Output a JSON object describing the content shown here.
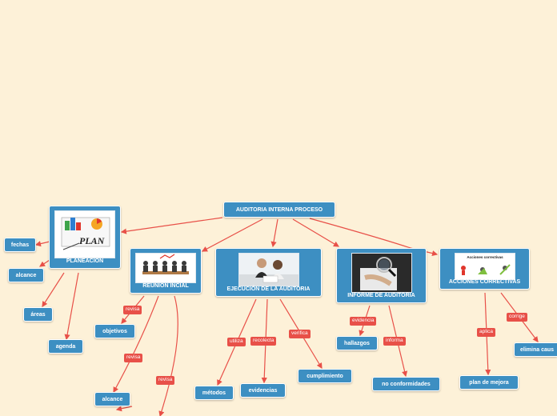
{
  "colors": {
    "background": "#fdf1d8",
    "node": "#3d8fc2",
    "link": "#e85048"
  },
  "root": {
    "label": "AUDITORIA INTERNA PROCESO"
  },
  "topics": [
    {
      "label": "PLANEACION",
      "image": "plan-board-illustration"
    },
    {
      "label": "REUNION INCIAL",
      "image": "meeting-team-illustration"
    },
    {
      "label": "EJECUCIÓN DE LA AUDITORIA",
      "image": "people-working-photo"
    },
    {
      "label": "INFORME DE AUDITORIA",
      "image": "magnifier-document-photo"
    },
    {
      "label": "ACCIONES CORRECTIVAS",
      "image": "corrective-actions-graphic",
      "image_title": "Acciones correctivas"
    }
  ],
  "subtopics": {
    "fechas": "fechas",
    "alcance_plan": "alcance",
    "areas": "áreas",
    "agenda": "agenda",
    "objetivos": "objetivos",
    "alcance_reunion": "alcance",
    "metodos": "métodos",
    "evidencias": "evidencias",
    "cumplimiento": "cumplimiento",
    "hallazgos": "hallazgos",
    "no_conformidades": "no conformidades",
    "plan_mejora": "plan de mejora",
    "elimina": "elimina caus"
  },
  "relations": {
    "revisa_1": "revisa",
    "revisa_2": "revisa",
    "revisa_3": "revisa",
    "utiliza": "utiliza",
    "recolecta": "recolecta",
    "verifica": "verifica",
    "evidencia": "evidencia",
    "informa": "informa",
    "aplica": "aplica",
    "corrige": "corrige"
  }
}
